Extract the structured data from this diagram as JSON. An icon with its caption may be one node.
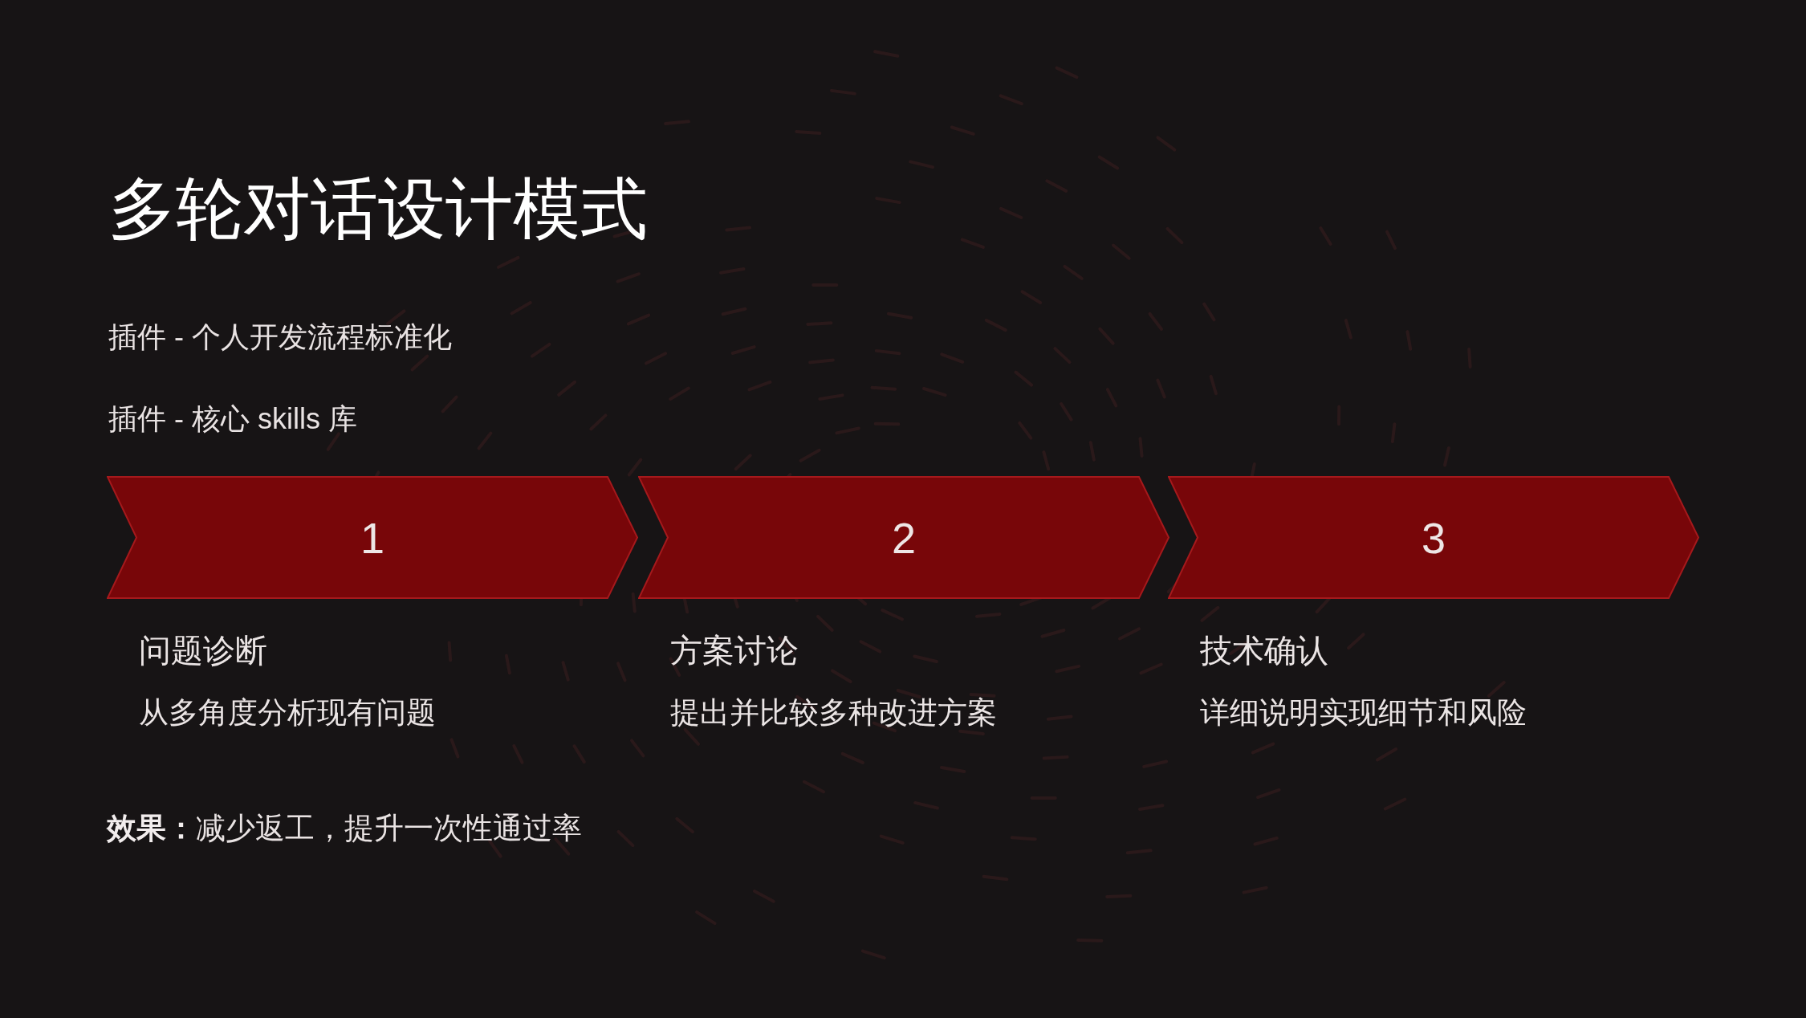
{
  "diagram": {
    "title": "多轮对话设计模式",
    "nodes": [
      {
        "text": [
          "1"
        ],
        "beside": [
          "问题诊断",
          "从多角度分析现有问题"
        ]
      },
      {
        "text": [
          "2"
        ],
        "beside": [
          "方案讨论",
          "提出并比较多种改进方案"
        ]
      },
      {
        "text": [
          "3"
        ],
        "beside": [
          "技术确认",
          "详细说明实现细节和风险"
        ]
      }
    ],
    "labels": [
      "插件 - 个人开发流程标准化",
      "插件 - 核心 skills 库",
      "**效果：**减少返工，提升一次性通过率"
    ]
  }
}
